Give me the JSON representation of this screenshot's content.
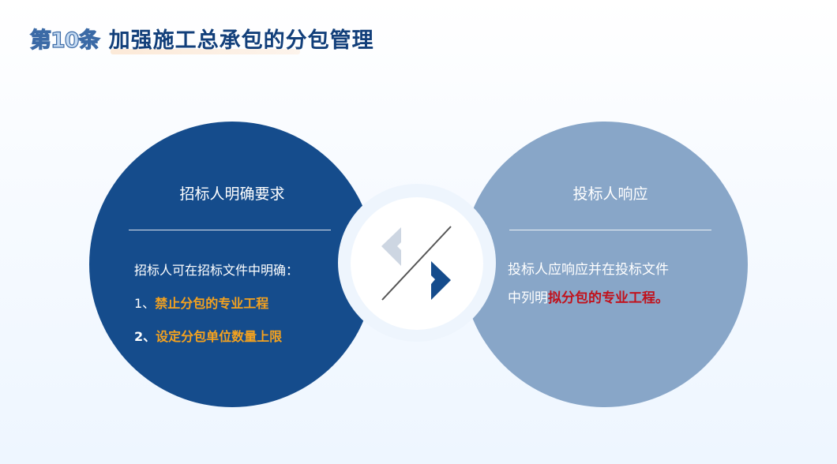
{
  "title": {
    "article_number": "第10条",
    "main": "加强施工总承包的分包管理"
  },
  "left_panel": {
    "heading": "招标人明确要求",
    "intro": "招标人可在招标文件中明确：",
    "items": [
      {
        "prefix": "1、",
        "text": "禁止分包的专业工程"
      },
      {
        "prefix": "2、",
        "text": "设定分包单位数量上限"
      }
    ],
    "color": "#154c8c",
    "highlight_color": "#f5a21e"
  },
  "right_panel": {
    "heading": "投标人响应",
    "line1": "投标人应响应并在投标文件",
    "line2_plain": "中列明",
    "line2_highlight": "拟分包的专业工程。",
    "color": "#88a6c8",
    "highlight_color": "#c1121c"
  },
  "center_icon": {
    "name": "exchange-arrows-icon",
    "left_arrow_color": "#cdd6e2",
    "right_arrow_color": "#154c8c",
    "divider_color": "#555555"
  }
}
